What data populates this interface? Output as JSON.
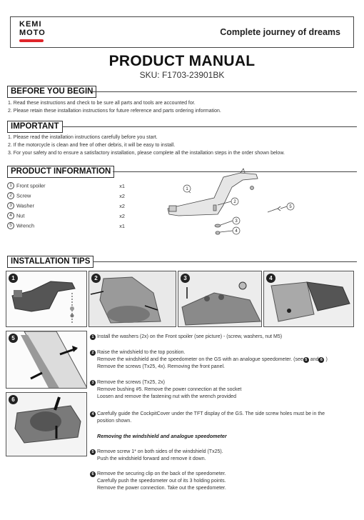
{
  "header": {
    "logo_line1": "KEMI",
    "logo_line2": "MOTO",
    "slogan": "Complete journey of dreams"
  },
  "title": "PRODUCT MANUAL",
  "sku": "SKU: F1703-23901BK",
  "before": {
    "heading": "BEFORE YOU BEGIN",
    "lines": [
      "1. Read these instructions and check to be sure all parts and tools are accounted for.",
      "2. Please retain these installation instructions for future reference and parts ordering information."
    ]
  },
  "important": {
    "heading": "IMPORTANT",
    "lines": [
      "1. Please read the installation instructions carefully before you start.",
      "2. If the motorcycle is clean and free of other debris, it will be easy to install.",
      "3. For your safety and to ensure a satisfactory installation, please complete all the installation steps in the order shown below."
    ]
  },
  "product_info": {
    "heading": "PRODUCT INFORMATION",
    "parts": [
      {
        "num": "1",
        "name": "Front spoiler",
        "qty": "x1"
      },
      {
        "num": "2",
        "name": "Screw",
        "qty": "x2"
      },
      {
        "num": "3",
        "name": "Washer",
        "qty": "x2"
      },
      {
        "num": "4",
        "name": "Nut",
        "qty": "x2"
      },
      {
        "num": "5",
        "name": "Wrench",
        "qty": "x1"
      }
    ],
    "callouts": [
      "1",
      "2",
      "3",
      "4",
      "5"
    ]
  },
  "install": {
    "heading": "INSTALLATION TIPS",
    "badges": [
      "1",
      "2",
      "3",
      "4",
      "5",
      "6"
    ],
    "step1": {
      "n": "1",
      "text": "Install  the washers (2x) on the Front spoiler (see picture) - (screw, washers, nut M5)"
    },
    "step2": {
      "n": "2",
      "l1": "Raise the windshield to the top position.",
      "l2": "Remove the windshield and the speedometer on the GS with an analogue speedometer. (see",
      "l2_end": "and",
      "l2_ref1": "5",
      "l2_ref2": "6",
      "l2_close": ")",
      "l3": "Remove the screws (Tx25, 4x). Removing the front panel."
    },
    "step3": {
      "n": "3",
      "l1": "Remove the screws (Tx25, 2x)",
      "l2": "Remove bushing #5.  Remove the power connection at the socket",
      "l3": "Loosen and remove the fastening nut with the wrench provided"
    },
    "step4": {
      "n": "4",
      "l1": "Carefully guide the CockpitCover under the TFT display of the GS. The side screw holes must be in the",
      "l2": "position shown."
    },
    "subheading": "Removing the windshield and analogue speedometer",
    "step5": {
      "n": "5",
      "l1": "Remove screw 1* on both sides of the windshield (Tx25).",
      "l2": "Push the windshield forward and remove it down."
    },
    "step6": {
      "n": "6",
      "l1": "Remove the securing clip on the back of the speedometer.",
      "l2": "Carefully push the speedometer out of its 3 holding points.",
      "l3": "Remove the power connection. Take out the speedometer."
    }
  },
  "colors": {
    "accent": "#e0262b",
    "ink": "#222222"
  }
}
